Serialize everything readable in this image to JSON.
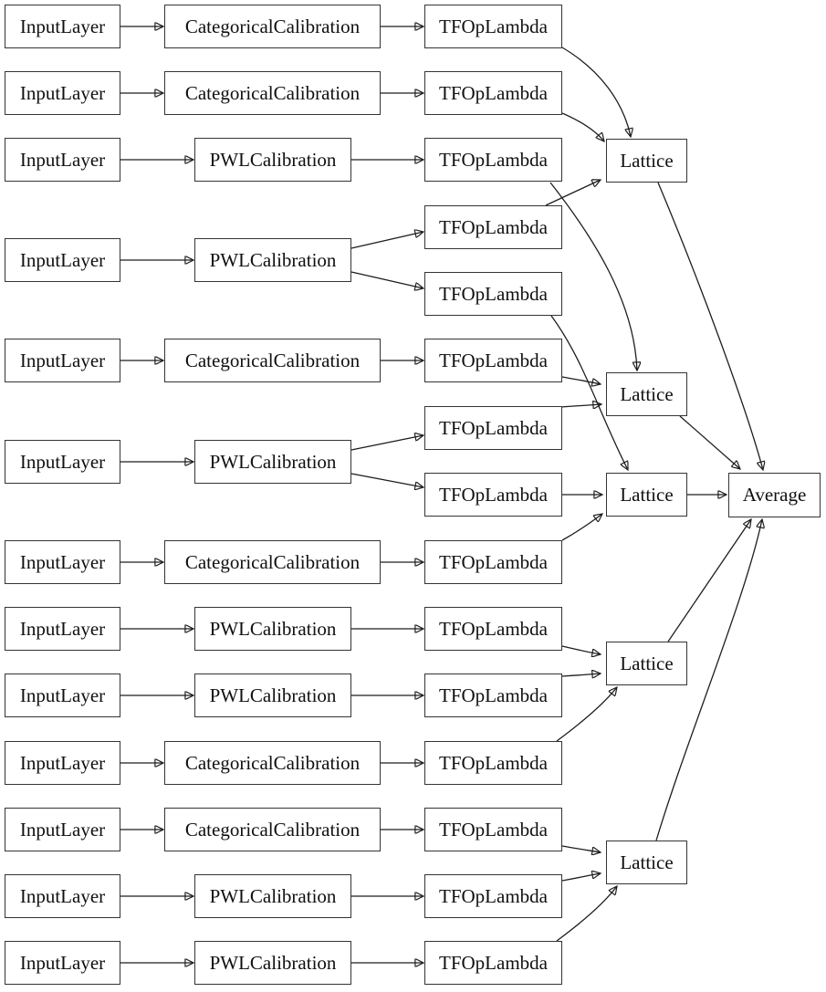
{
  "diagram": {
    "type": "model-graph",
    "background_color": "#ffffff",
    "node_border_color": "#343434",
    "edge_color": "#1d1d1d",
    "labels": {
      "input_layer": "InputLayer",
      "categorical_calibration": "CategoricalCalibration",
      "pwl_calibration": "PWLCalibration",
      "tf_op_lambda": "TFOpLambda",
      "lattice": "Lattice",
      "average": "Average"
    },
    "nodes": [
      {
        "id": "in1",
        "label": "InputLayer"
      },
      {
        "id": "in2",
        "label": "InputLayer"
      },
      {
        "id": "in3",
        "label": "InputLayer"
      },
      {
        "id": "in4",
        "label": "InputLayer"
      },
      {
        "id": "in5",
        "label": "InputLayer"
      },
      {
        "id": "in6",
        "label": "InputLayer"
      },
      {
        "id": "in7",
        "label": "InputLayer"
      },
      {
        "id": "in8",
        "label": "InputLayer"
      },
      {
        "id": "in9",
        "label": "InputLayer"
      },
      {
        "id": "in10",
        "label": "InputLayer"
      },
      {
        "id": "in11",
        "label": "InputLayer"
      },
      {
        "id": "in12",
        "label": "InputLayer"
      },
      {
        "id": "in13",
        "label": "InputLayer"
      },
      {
        "id": "cal1",
        "label": "CategoricalCalibration"
      },
      {
        "id": "cal2",
        "label": "CategoricalCalibration"
      },
      {
        "id": "cal3",
        "label": "PWLCalibration"
      },
      {
        "id": "cal4",
        "label": "PWLCalibration"
      },
      {
        "id": "cal5",
        "label": "CategoricalCalibration"
      },
      {
        "id": "cal6",
        "label": "PWLCalibration"
      },
      {
        "id": "cal7",
        "label": "CategoricalCalibration"
      },
      {
        "id": "cal8",
        "label": "PWLCalibration"
      },
      {
        "id": "cal9",
        "label": "PWLCalibration"
      },
      {
        "id": "cal10",
        "label": "CategoricalCalibration"
      },
      {
        "id": "cal11",
        "label": "CategoricalCalibration"
      },
      {
        "id": "cal12",
        "label": "PWLCalibration"
      },
      {
        "id": "cal13",
        "label": "PWLCalibration"
      },
      {
        "id": "tf1",
        "label": "TFOpLambda"
      },
      {
        "id": "tf2",
        "label": "TFOpLambda"
      },
      {
        "id": "tf3",
        "label": "TFOpLambda"
      },
      {
        "id": "tf4",
        "label": "TFOpLambda"
      },
      {
        "id": "tf5",
        "label": "TFOpLambda"
      },
      {
        "id": "tf6",
        "label": "TFOpLambda"
      },
      {
        "id": "tf7",
        "label": "TFOpLambda"
      },
      {
        "id": "tf8",
        "label": "TFOpLambda"
      },
      {
        "id": "tf9",
        "label": "TFOpLambda"
      },
      {
        "id": "tf10",
        "label": "TFOpLambda"
      },
      {
        "id": "tf11",
        "label": "TFOpLambda"
      },
      {
        "id": "tf12",
        "label": "TFOpLambda"
      },
      {
        "id": "tf13",
        "label": "TFOpLambda"
      },
      {
        "id": "tf14",
        "label": "TFOpLambda"
      },
      {
        "id": "tf15",
        "label": "TFOpLambda"
      },
      {
        "id": "lat1",
        "label": "Lattice"
      },
      {
        "id": "lat2",
        "label": "Lattice"
      },
      {
        "id": "lat3",
        "label": "Lattice"
      },
      {
        "id": "lat4",
        "label": "Lattice"
      },
      {
        "id": "lat5",
        "label": "Lattice"
      },
      {
        "id": "avg",
        "label": "Average"
      }
    ],
    "edges": [
      [
        "in1",
        "cal1"
      ],
      [
        "in2",
        "cal2"
      ],
      [
        "in3",
        "cal3"
      ],
      [
        "in4",
        "cal4"
      ],
      [
        "in5",
        "cal5"
      ],
      [
        "in6",
        "cal6"
      ],
      [
        "in7",
        "cal7"
      ],
      [
        "in8",
        "cal8"
      ],
      [
        "in9",
        "cal9"
      ],
      [
        "in10",
        "cal10"
      ],
      [
        "in11",
        "cal11"
      ],
      [
        "in12",
        "cal12"
      ],
      [
        "in13",
        "cal13"
      ],
      [
        "cal1",
        "tf1"
      ],
      [
        "cal2",
        "tf2"
      ],
      [
        "cal3",
        "tf3"
      ],
      [
        "cal4",
        "tf4"
      ],
      [
        "cal4",
        "tf5"
      ],
      [
        "cal5",
        "tf6"
      ],
      [
        "cal6",
        "tf7"
      ],
      [
        "cal6",
        "tf8"
      ],
      [
        "cal7",
        "tf9"
      ],
      [
        "cal8",
        "tf10"
      ],
      [
        "cal9",
        "tf11"
      ],
      [
        "cal10",
        "tf12"
      ],
      [
        "cal11",
        "tf13"
      ],
      [
        "cal12",
        "tf14"
      ],
      [
        "cal13",
        "tf15"
      ],
      [
        "tf1",
        "lat1"
      ],
      [
        "tf2",
        "lat1"
      ],
      [
        "tf4",
        "lat1"
      ],
      [
        "tf3",
        "lat2"
      ],
      [
        "tf6",
        "lat2"
      ],
      [
        "tf7",
        "lat2"
      ],
      [
        "tf5",
        "lat3"
      ],
      [
        "tf8",
        "lat3"
      ],
      [
        "tf9",
        "lat3"
      ],
      [
        "tf10",
        "lat4"
      ],
      [
        "tf11",
        "lat4"
      ],
      [
        "tf12",
        "lat4"
      ],
      [
        "tf13",
        "lat5"
      ],
      [
        "tf14",
        "lat5"
      ],
      [
        "tf15",
        "lat5"
      ],
      [
        "lat1",
        "avg"
      ],
      [
        "lat2",
        "avg"
      ],
      [
        "lat3",
        "avg"
      ],
      [
        "lat4",
        "avg"
      ],
      [
        "lat5",
        "avg"
      ]
    ]
  }
}
